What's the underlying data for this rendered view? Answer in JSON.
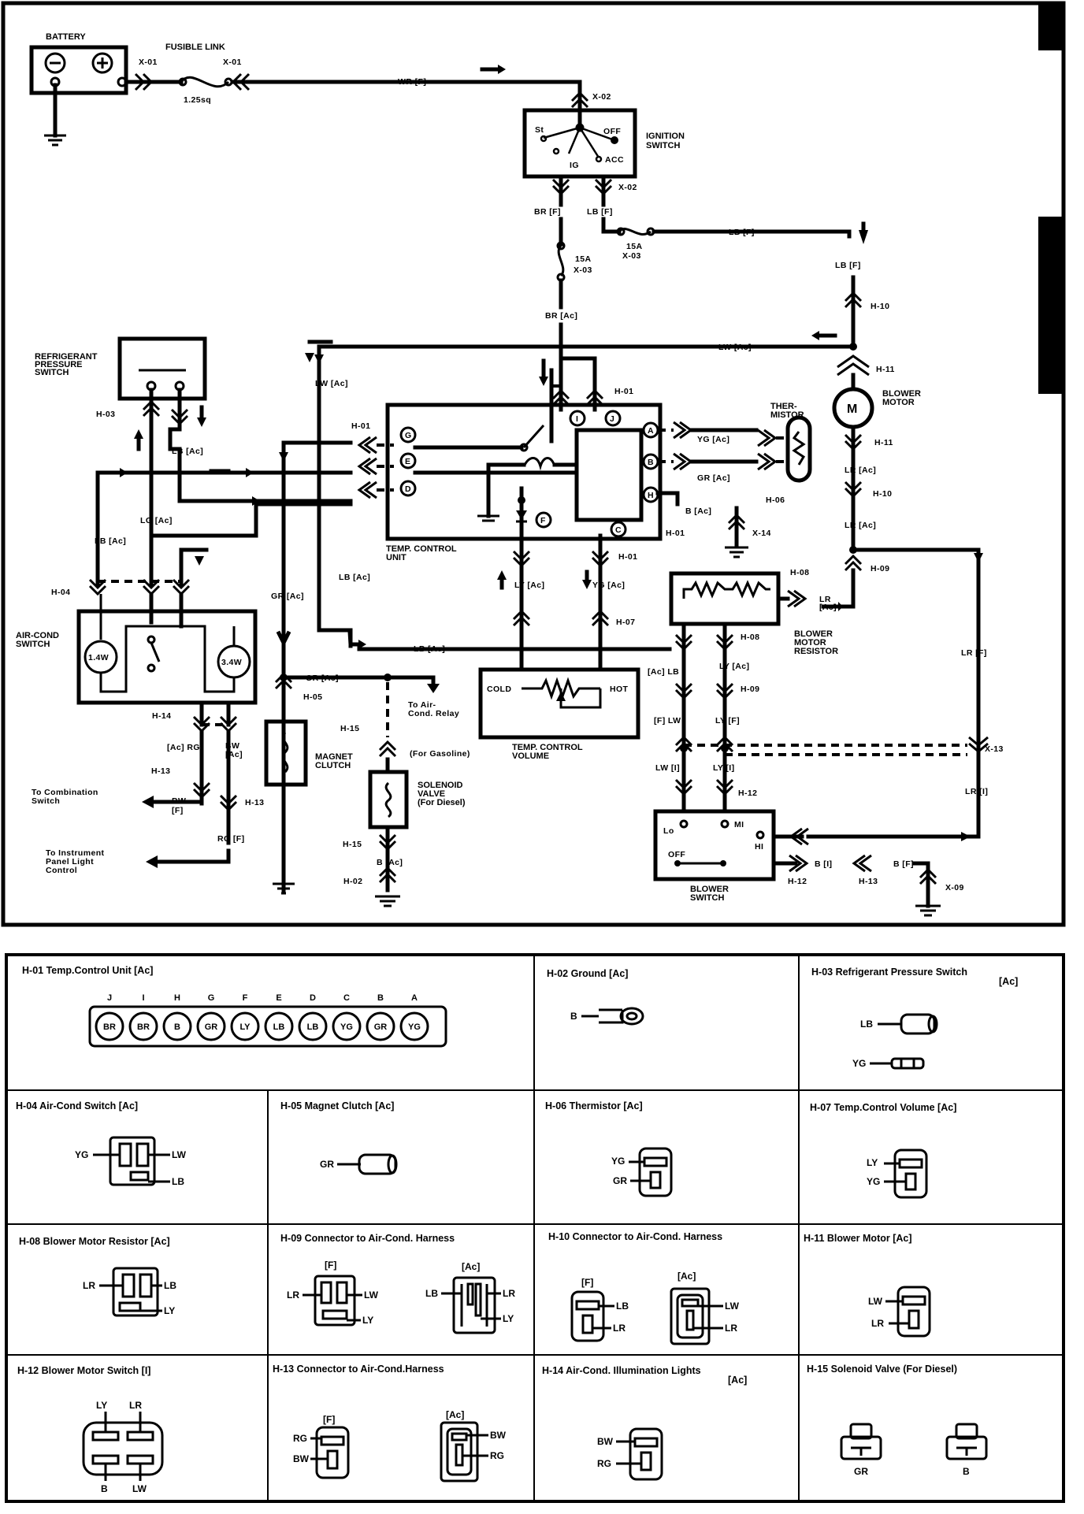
{
  "components": {
    "battery": "BATTERY",
    "fusible_link": "FUSIBLE LINK",
    "fusible_link_size": "1.25sq",
    "ignition_switch": [
      "IGNITION",
      "SWITCH"
    ],
    "ign_st": "St",
    "ign_off": "OFF",
    "ign_ig": "IG",
    "ign_acc": "ACC",
    "fuse_15a": "15A",
    "refrigerant_pressure_switch": [
      "REFRIGERANT",
      "PRESSURE",
      "SWITCH"
    ],
    "thermistor": [
      "THER-",
      "MISTOR"
    ],
    "blower_motor": [
      "BLOWER",
      "MOTOR"
    ],
    "motor_m": "M",
    "temp_control_unit": [
      "TEMP. CONTROL",
      "UNIT"
    ],
    "air_cond_switch": [
      "AIR-COND",
      "SWITCH"
    ],
    "lamp_1": "1.4W",
    "lamp_2": "3.4W",
    "magnet_clutch": [
      "MAGNET",
      "CLUTCH"
    ],
    "solenoid_valve": [
      "SOLENOID",
      "VALVE",
      "(For Diesel)"
    ],
    "for_gasoline": "(For Gasoline)",
    "to_air_cond_relay": [
      "To Air-",
      "Cond. Relay"
    ],
    "temp_control_volume": [
      "TEMP. CONTROL",
      "VOLUME"
    ],
    "cold": "COLD",
    "hot": "HOT",
    "blower_motor_resistor": [
      "BLOWER",
      "MOTOR",
      "RESISTOR"
    ],
    "blower_switch": [
      "BLOWER",
      "SWITCH"
    ],
    "bs_lo": "Lo",
    "bs_mi": "MI",
    "bs_hi": "HI",
    "bs_off": "OFF",
    "to_combination_switch": [
      "To Combination",
      "Switch"
    ],
    "to_instrument_panel": [
      "To Instrument",
      "Panel Light",
      "Control"
    ]
  },
  "terminals": [
    "G",
    "E",
    "D",
    "I",
    "J",
    "A",
    "B",
    "H",
    "F",
    "C"
  ],
  "connectors": {
    "x01": "X-01",
    "x02": "X-02",
    "x03": "X-03",
    "x09": "X-09",
    "x13": "X-13",
    "x14": "X-14",
    "h01": "H-01",
    "h02": "H-02",
    "h03": "H-03",
    "h04": "H-04",
    "h05": "H-05",
    "h06": "H-06",
    "h07": "H-07",
    "h08": "H-08",
    "h09": "H-09",
    "h10": "H-10",
    "h11": "H-11",
    "h12": "H-12",
    "h13": "H-13",
    "h14": "H-14",
    "h15": "H-15"
  },
  "wires": {
    "wr_f": "WR [F]",
    "br_f": "BR [F]",
    "lb_f": "LB [F]",
    "br_ac": "BR [Ac]",
    "lw_ac": "LW [Ac]",
    "lb_ac": "LB [Ac]",
    "lg_ac": "LG [Ac]",
    "yg_ac": "YG [Ac]",
    "gr_ac": "GR [Ac]",
    "b_ac": "B [Ac]",
    "lr_ac": "LR [Ac]",
    "lr_ac_b": "LR",
    "lr_ac_c": "[Ac]",
    "ly_ac": "LY [Ac]",
    "lr_f": "LR [F]",
    "ac_lb": "[Ac] LB",
    "f_lw": "[F] LW",
    "ly_f": "LY [F]",
    "lw_i": "LW [I]",
    "ly_i": "LY [I]",
    "lr_i": "LR [I]",
    "b_i": "B [I]",
    "b_f": "B [F]",
    "ac_rg": "[Ac] RG",
    "bw": "BW",
    "ac": "[Ac]",
    "bw_f_1": "BW",
    "bw_f_2": "[F]",
    "rg_f": "RG [F]"
  },
  "panels": [
    {
      "title": "H-01 Temp.Control Unit [Ac]"
    },
    {
      "title": "H-02 Ground [Ac]"
    },
    {
      "title": "H-03 Refrigerant Pressure Switch",
      "title2": "[Ac]"
    },
    {
      "title": "H-04 Air-Cond Switch [Ac]"
    },
    {
      "title": "H-05 Magnet Clutch [Ac]"
    },
    {
      "title": "H-06 Thermistor [Ac]"
    },
    {
      "title": "H-07 Temp.Control Volume [Ac]"
    },
    {
      "title": "H-08 Blower Motor Resistor [Ac]"
    },
    {
      "title": "H-09 Connector to Air-Cond. Harness"
    },
    {
      "title": "H-10 Connector to Air-Cond. Harness"
    },
    {
      "title": "H-11 Blower Motor [Ac]"
    },
    {
      "title": "H-12 Blower Motor Switch [I]"
    },
    {
      "title": "H-13 Connector to Air-Cond.Harness"
    },
    {
      "title": "H-14 Air-Cond. Illumination Lights",
      "title2": "[Ac]"
    },
    {
      "title": "H-15 Solenoid Valve (For Diesel)"
    }
  ],
  "h01_pins": {
    "letters": [
      "J",
      "I",
      "H",
      "G",
      "F",
      "E",
      "D",
      "C",
      "B",
      "A"
    ],
    "wires": [
      "BR",
      "BR",
      "B",
      "GR",
      "LY",
      "LB",
      "LB",
      "YG",
      "GR",
      "YG"
    ]
  },
  "panel_labels": {
    "b": "B",
    "lb": "LB",
    "yg": "YG",
    "lw": "LW",
    "gr": "GR",
    "ly": "LY",
    "lr": "LR",
    "rg": "RG",
    "bw": "BW",
    "f": "[F]",
    "ac": "[Ac]"
  }
}
